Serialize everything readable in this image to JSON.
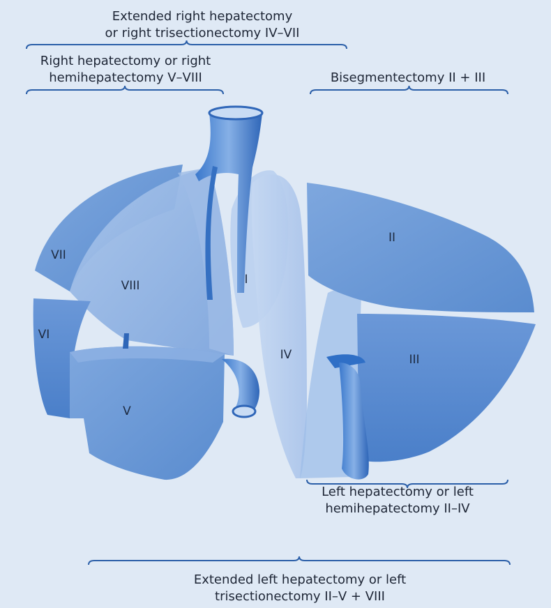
{
  "colors": {
    "background": "#dfe9f5",
    "bracket": "#2a5ea8",
    "liver_light": "#9fbde6",
    "liver_mid": "#7aa3dc",
    "liver_dark": "#4f83cc",
    "vessel": "#2f6fc6"
  },
  "procedures": {
    "extended_right": {
      "line1": "Extended right hepatectomy",
      "line2": "or right trisectionectomy IV–VII"
    },
    "right": {
      "line1": "Right hepatectomy or right",
      "line2": "hemihepatectomy V–VIII"
    },
    "bisegmentectomy": {
      "line1": "Bisegmentectomy II + III"
    },
    "left": {
      "line1": "Left hepatectomy or left",
      "line2": "hemihepatectomy II–IV"
    },
    "extended_left": {
      "line1": "Extended left hepatectomy or left",
      "line2": "trisectionectomy II–V + VIII"
    }
  },
  "segments": {
    "I": "I",
    "II": "II",
    "III": "III",
    "IV": "IV",
    "V": "V",
    "VI": "VI",
    "VII": "VII",
    "VIII": "VIII"
  }
}
